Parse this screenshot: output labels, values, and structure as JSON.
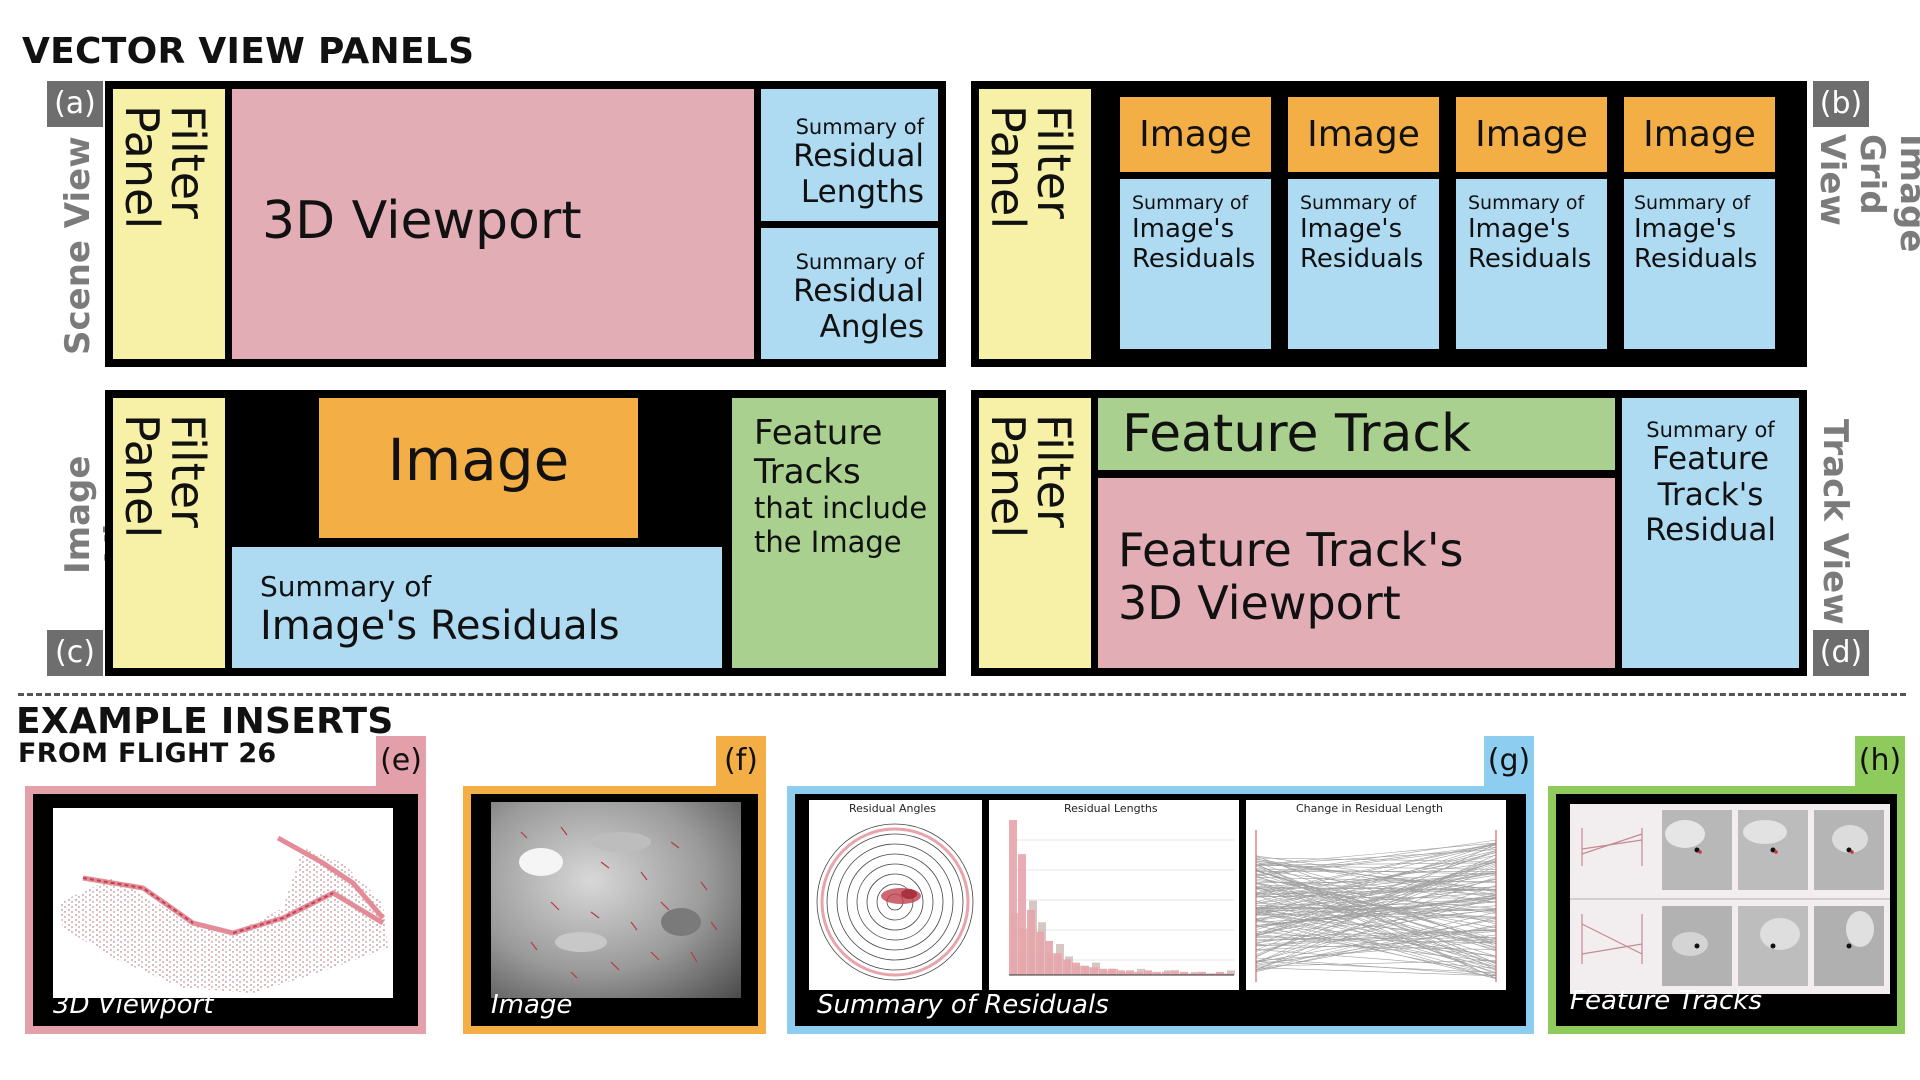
{
  "headings": {
    "vector_view": "VECTOR VIEW PANELS",
    "example_inserts": "EXAMPLE INSERTS",
    "from_flight": "FROM FLIGHT 26"
  },
  "panels": {
    "a": {
      "letter": "(a)",
      "side_label": "Scene View",
      "filter_panel": [
        "Filter",
        "Panel"
      ],
      "viewport": "3D Viewport",
      "summary_lengths": [
        "Summary of",
        "Residual",
        "Lengths"
      ],
      "summary_angles": [
        "Summary of",
        "Residual",
        "Angles"
      ]
    },
    "b": {
      "letter": "(b)",
      "side_label": [
        "Image Grid",
        "View"
      ],
      "filter_panel": [
        "Filter",
        "Panel"
      ],
      "image_label": "Image",
      "summary": [
        "Summary of",
        "Image's",
        "Residuals"
      ]
    },
    "c": {
      "letter": "(c)",
      "side_label": "Image View",
      "filter_panel": [
        "Filter",
        "Panel"
      ],
      "image": "Image",
      "summary": [
        "Summary of",
        "Image's Residuals"
      ],
      "tracks": [
        "Feature",
        "Tracks",
        "that include",
        "the Image"
      ]
    },
    "d": {
      "letter": "(d)",
      "side_label": "Track View",
      "filter_panel": [
        "Filter",
        "Panel"
      ],
      "track": "Feature Track",
      "viewport": [
        "Feature Track's",
        "3D Viewport"
      ],
      "summary": [
        "Summary of",
        "Feature",
        "Track's",
        "Residual"
      ]
    }
  },
  "inserts": {
    "e": {
      "letter": "(e)",
      "caption": "3D Viewport",
      "color": "#e3a0ab"
    },
    "f": {
      "letter": "(f)",
      "caption": "Image",
      "color": "#f3ae45"
    },
    "g": {
      "letter": "(g)",
      "caption": "Summary of Residuals",
      "color": "#8ccdf0",
      "plot_titles": [
        "Residual Angles",
        "Residual Lengths",
        "Change in Residual Length"
      ]
    },
    "h": {
      "letter": "(h)",
      "caption": "Feature Tracks",
      "color": "#8fcb5c"
    }
  },
  "chart_data": {
    "type": "bar",
    "title": "Residual Lengths",
    "series": [
      {
        "name": "",
        "values": [
          100,
          78,
          42,
          28,
          22,
          14,
          10,
          8,
          6,
          5,
          4,
          4,
          3,
          3,
          2,
          3,
          2,
          2,
          3,
          2,
          1,
          2,
          1,
          2,
          1
        ]
      },
      {
        "name": "",
        "values": [
          40,
          30,
          48,
          34,
          14,
          20,
          12,
          6,
          5,
          8,
          3,
          4,
          2,
          2,
          4,
          2,
          1,
          3,
          1,
          1,
          2,
          1,
          1,
          1,
          3
        ]
      }
    ],
    "colors": [
      "#e8a3ab",
      "#c9b4b0"
    ],
    "ylim": [
      0,
      100
    ]
  }
}
